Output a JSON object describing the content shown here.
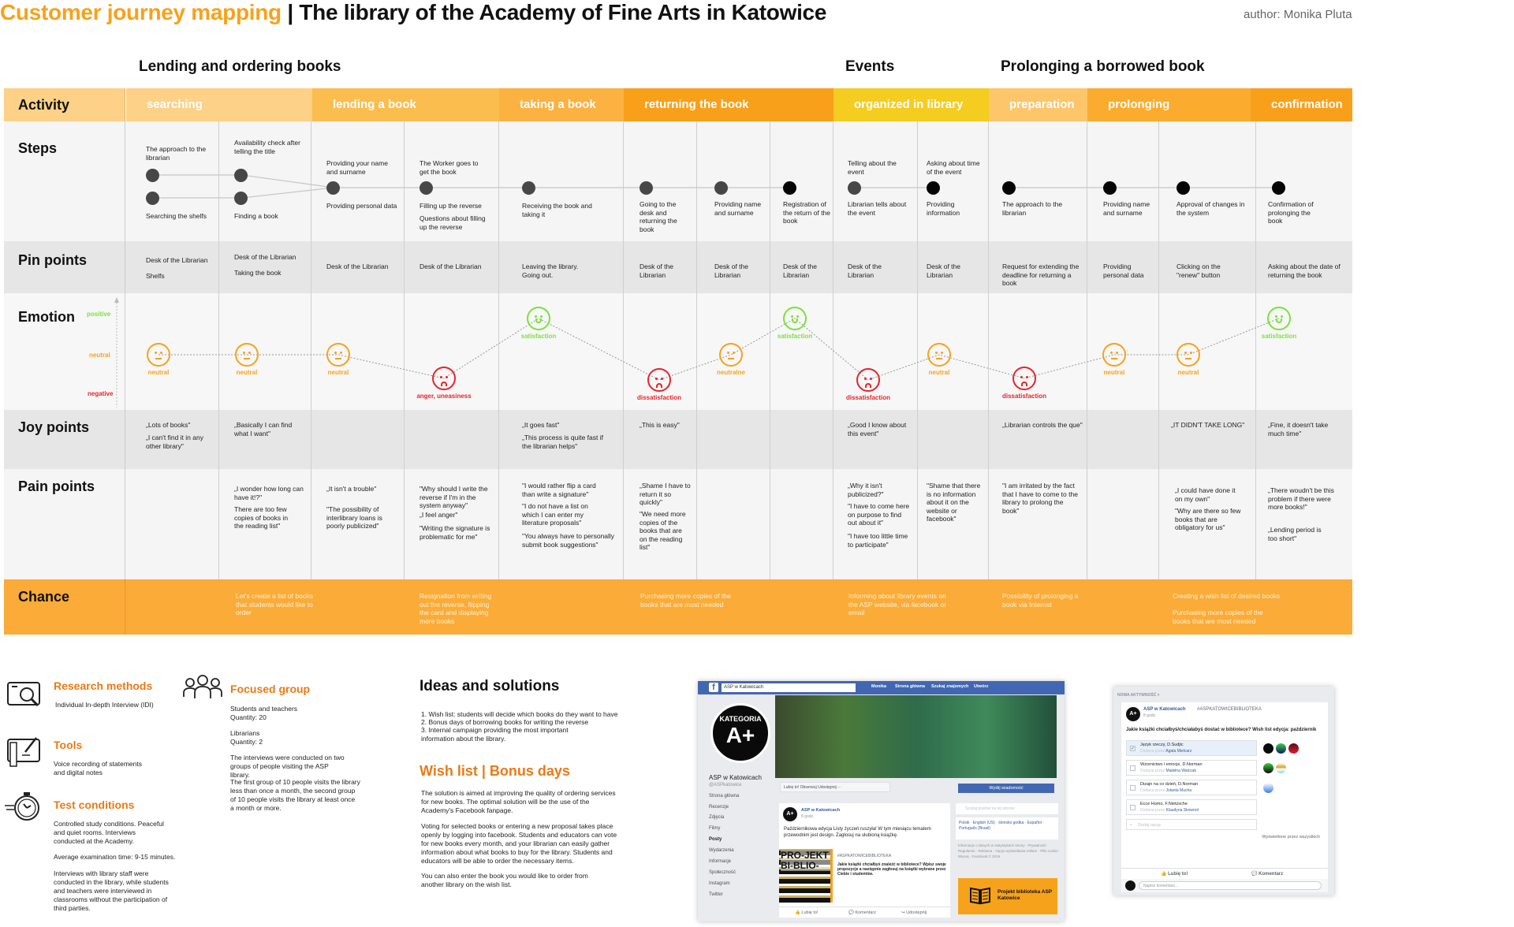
{
  "header": {
    "title_accent": "Customer journey mapping",
    "title_sep": " | ",
    "title_main": "The library of the Academy of Fine Arts in Katowice",
    "author": "author: Monika Pluta"
  },
  "sections": [
    {
      "label": "Lending and ordering books"
    },
    {
      "label": "Events"
    },
    {
      "label": "Prolonging a borrowed book"
    }
  ],
  "row_labels": {
    "activity": "Activity",
    "steps": "Steps",
    "pin_points": "Pin points",
    "emotion": "Emotion",
    "joy_points": "Joy points",
    "pain_points": "Pain points",
    "chance": "Chance"
  },
  "emotion_axis": {
    "positive": "positive",
    "neutral": "neutral",
    "negative": "negative"
  },
  "colors": {
    "activity_light": "#fdd187",
    "activity_mid": "#fcbd4f",
    "activity_strong": "#fbac39",
    "activity_deep": "#f9a01b",
    "events": "#f5cc20",
    "chance_bg": "#fbab38",
    "title_accent": "#f7a21b",
    "positive": "#7be23a",
    "neutral": "#f7a21b",
    "negative": "#e8232a"
  },
  "activities": [
    {
      "label": "searching",
      "color": "#fdd187"
    },
    {
      "label": "lending a book",
      "color": "#fcbd4f"
    },
    {
      "label": "taking a book",
      "color": "#fbb241"
    },
    {
      "label": "returning the book",
      "color": "#f9a01b"
    },
    {
      "label": "organized in library",
      "color": "#f5cc20"
    },
    {
      "label": "preparation",
      "color": "#fdc66a"
    },
    {
      "label": "prolonging",
      "color": "#fbac2e"
    },
    {
      "label": "confirmation",
      "color": "#f9a01b"
    }
  ],
  "steps": [
    {
      "above": "The approach to the librarian",
      "below": "Searching the shelfs"
    },
    {
      "above": "Availability check after telling the title",
      "below": "Finding a book"
    },
    {
      "above": "Providing your name and surname",
      "below": "Providing personal data"
    },
    {
      "above": "The Worker goes to get the book",
      "below": "Filling up the reverse",
      "below2": "Questions about filling up the reverse"
    },
    {
      "above": "",
      "below": "Receiving the book and taking it"
    },
    {
      "above": "",
      "below": "Going to the desk and returning the book"
    },
    {
      "above": "",
      "below": "Providing name and surname"
    },
    {
      "above": "",
      "below": "Registration of the return of the book"
    },
    {
      "above": "Telling about the event",
      "below": "Librarian tells about the event"
    },
    {
      "above": "Asking about time of the event",
      "below": "Providing information"
    },
    {
      "above": "",
      "below": "The approach to the librarian"
    },
    {
      "above": "",
      "below": "Providing name and surname"
    },
    {
      "above": "",
      "below": "Approval of changes in the system"
    },
    {
      "above": "",
      "below": "Confirmation of prolonging the book"
    }
  ],
  "pin_points": [
    {
      "line1": "Desk of the Librarian",
      "line2": "Shelfs"
    },
    {
      "line1": "Desk of the Librarian",
      "line2": "Taking the book"
    },
    {
      "line1": "Desk of the Librarian",
      "line2": ""
    },
    {
      "line1": "Desk of the Librarian",
      "line2": ""
    },
    {
      "line1": "Leaving the library. Going out.",
      "line2": ""
    },
    {
      "line1": "Desk of the Librarian",
      "line2": ""
    },
    {
      "line1": "Desk of the Librarian",
      "line2": ""
    },
    {
      "line1": "Desk of the Librarian",
      "line2": ""
    },
    {
      "line1": "Desk of the Librarian",
      "line2": ""
    },
    {
      "line1": "Desk of the Librarian",
      "line2": ""
    },
    {
      "line1": "Request for extending the deadline for returning a book",
      "line2": ""
    },
    {
      "line1": "Providing personal data",
      "line2": ""
    },
    {
      "line1": "Clicking on the \"renew\" button",
      "line2": ""
    },
    {
      "line1": "Asking about the date of returning the book",
      "line2": ""
    }
  ],
  "emotions": [
    {
      "type": "neutral",
      "label": "neutral"
    },
    {
      "type": "neutral",
      "label": "neutral"
    },
    {
      "type": "neutral",
      "label": "neutral"
    },
    {
      "type": "negative",
      "label": "anger, uneasiness"
    },
    {
      "type": "positive",
      "label": "satisfaction"
    },
    {
      "type": "negative",
      "label": "dissatisfaction"
    },
    {
      "type": "neutral",
      "label": "neutralne"
    },
    {
      "type": "positive",
      "label": "satisfaction"
    },
    {
      "type": "negative",
      "label": "dissatisfaction"
    },
    {
      "type": "neutral",
      "label": "neutral"
    },
    {
      "type": "negative",
      "label": "dissatisfaction"
    },
    {
      "type": "neutral",
      "label": "neutral"
    },
    {
      "type": "neutral",
      "label": "neutral"
    },
    {
      "type": "positive",
      "label": "satisfaction"
    }
  ],
  "joy_points": [
    {
      "a": "„Lots of books\"",
      "b": "„I can't find it in any other library\""
    },
    {
      "a": "„Basically I can find what I want\"",
      "b": ""
    },
    {
      "a": "",
      "b": ""
    },
    {
      "a": "",
      "b": ""
    },
    {
      "a": "„It goes fast\"",
      "b": "„This process is quite fast if the librarian helps\""
    },
    {
      "a": "„This is easy\"",
      "b": ""
    },
    {
      "a": "",
      "b": ""
    },
    {
      "a": "",
      "b": ""
    },
    {
      "a": "„Good I know about this event\"",
      "b": ""
    },
    {
      "a": "",
      "b": ""
    },
    {
      "a": "„Librarian controls the que\"",
      "b": ""
    },
    {
      "a": "",
      "b": ""
    },
    {
      "a": "„IT DIDN'T TAKE LONG\"",
      "b": ""
    },
    {
      "a": "„Fine, it doesn't take much time\"",
      "b": ""
    }
  ],
  "pain_points": [
    {
      "a": "",
      "b": "",
      "c": ""
    },
    {
      "a": "„I wonder how long can have it!?\"",
      "b": "There are too few copies of books in the reading list\"",
      "c": ""
    },
    {
      "a": "„It isn't a trouble\"",
      "b": "\"The possibility of interlibrary loans is poorly publicized\"",
      "c": ""
    },
    {
      "a": "\"Why should I write the reverse if I'm in the system anyway\"",
      "b": "„I feel anger\"",
      "c": "\"Writing the signature is problematic for me\""
    },
    {
      "a": "\"I would rather flip a card than write a signature\"",
      "b": "\"I do not have a list on which I can enter my literature proposals\"",
      "c": "\"You always have to personally submit book suggestions\""
    },
    {
      "a": "„Shame I have to return it so quickly\"",
      "b": "\"We need more copies of the books that are on the reading list\"",
      "c": ""
    },
    {
      "a": "",
      "b": "",
      "c": ""
    },
    {
      "a": "",
      "b": "",
      "c": ""
    },
    {
      "a": "„Why it isn't publicized?\"",
      "b": "\"I have to come here on purpose to find out about it\"",
      "c": "\"I have too little time to participate\""
    },
    {
      "a": "\"Shame that there is no information about it on the website or facebook\"",
      "b": "",
      "c": ""
    },
    {
      "a": "\"I am irritated by the fact that I have to come to the library to prolong the book\"",
      "b": "",
      "c": ""
    },
    {
      "a": "",
      "b": "",
      "c": ""
    },
    {
      "a": "„I could have done it on my own\"",
      "b": "\"Why are there so few books that are obligatory for us\"",
      "c": ""
    },
    {
      "a": "„There woudn't be this problem if there were more books!\"",
      "b": "„Lending period is too short\"",
      "c": ""
    }
  ],
  "chances": [
    {
      "text": "Let's create a list of books that students would like to order"
    },
    {
      "text": "Resignation from writing out the reverse, flipping the card and displaying more books"
    },
    {
      "text": "Purchasing more copies of the books that are most needed"
    },
    {
      "text": "Informing about library events on the ASP website, via facebook or email"
    },
    {
      "text": "Possibility of prolonging a book via Internet"
    },
    {
      "text": "Creating a wish list of desired books"
    },
    {
      "text": "Purchasing more copies of the books that are most needed"
    }
  ],
  "research": {
    "methods_title": "Research methods",
    "methods_text": "Individual In-depth Interview (IDI)",
    "tools_title": "Tools",
    "tools_text": "Voice recording of statements and digital notes",
    "conditions_title": "Test conditions",
    "conditions_p1": "Controlled study conditions. Peaceful and quiet rooms. Interviews conducted at the Academy.",
    "conditions_p2": "Average examination time: 9-15 minutes.",
    "conditions_p3": "Interviews with library staff were conducted in the library, while students and teachers were interviewed in classrooms without the participation of third parties.",
    "group_title": "Focused group",
    "group_p1a": "Students and teachers",
    "group_p1b": "Quantity: 20",
    "group_p2a": "Librarians",
    "group_p2b": "Quantity: 2",
    "group_p3": "The interviews were conducted on two groups of people visiting the ASP library.",
    "group_p4": "The first group of 10 people visits the library less than once a month, the second group of 10 people visits the library at least once a month or more."
  },
  "ideas": {
    "title": "Ideas and solutions",
    "items": [
      "1. Wish list: students will decide which books do they want to have",
      "2. Bonus days of borrowing books for writing the reverse",
      "3. Internal campaign providing the most important information about the library."
    ],
    "wish_title": "Wish list | Bonus days",
    "wish_p1": "The solution is aimed at improving the quality of ordering services for new books. The optimal solution will be the use of the Academy's Facebook fanpage.",
    "wish_p2": "Voting for selected books or entering a new proposal takes place openly by logging into facebook. Students and educators can vote for new books every month, and your librarian can easily gather information about what books to buy for the library. Students and educators will be able to order the necessary items.",
    "wish_p3": "You can also enter the book you would like to order from another library on the wish list."
  },
  "fb_page": {
    "search_value": "ASP w Katowicach",
    "nav": [
      "Monika",
      "Strona główna",
      "Szukaj znajomych",
      "Utwórz"
    ],
    "profile_top": "KATEGORIA",
    "profile_main": "A+",
    "page_name": "ASP w Katowicach",
    "handle": "@ASPkatowice",
    "menu": [
      "Strona główna",
      "Recenzje",
      "Zdjęcia",
      "Filmy",
      "Posty",
      "Wydarzenia",
      "Informacje",
      "Społeczność",
      "Instagram",
      "Twitter"
    ],
    "actions": "Lubię to!   Obserwuj   Udostępnij   ···",
    "send_message": "Wyślij wiadomość",
    "post_author": "ASP w Katowicach",
    "post_time": "8 godz.",
    "post_text": "Październikowa edycja Listy życzeń ruszyła! W tym miesiącu tematem przewodnim jest design. Zagłosuj na ulubioną książkę.",
    "post_image_text": "PRO-JEKT BI-BLIO-",
    "post_tag": "#ASPKATOWICEBIBLIOTEKA",
    "post_question": "Jakie książki chciałbyś znaleźć w bibliotece? Wpisz swoje propozycje a następnie zagłosuj na książki wybrane przez Ciebie i studentów.",
    "post_like": "Lubię to!",
    "post_comment": "Komentarz",
    "post_share": "Udostępnij",
    "right_search": "Szukaj postów na tej stronie",
    "langs": "Polski · English (US) · ślonsko godka · Español · Português (Brasil)",
    "footer": "Informacje o danych w statystykach strony · Prywatność · Regulamin · Reklama · Opcje wyświetlania reklam · Pliki cookie · Więcej · Facebook © 2019",
    "banner": "Projekt biblioteka ASP Katowice"
  },
  "fb_poll": {
    "header": "NOWA AKTYWNOŚĆ ▾",
    "author": "ASP w Katowicach",
    "tag": "#ASPKATOWICEBIBLIOTEKA",
    "time": "8 godz.",
    "question": "Jakie książki chciałbyś/chciałabyś dostać w bibliotece? Wish list edycja: październik",
    "options": [
      {
        "title": "Język rzeczy, D.Sudjic",
        "by_label": "Dodana przez",
        "by": "Agata Mielcarz",
        "checked": true
      },
      {
        "title": "Wzornictwo i emocje, D.Norman",
        "by_label": "Dodana przez",
        "by": "Malwina Walczak",
        "checked": false
      },
      {
        "title": "Dizajn na co dzień, D.Norman",
        "by_label": "Dodana przez",
        "by": "Jolanta Mucha",
        "checked": false
      },
      {
        "title": "Ecce Homo, F.Nietzsche",
        "by_label": "Dodana przez",
        "by": "Klaudyna Skowroń",
        "checked": false
      }
    ],
    "add_option": "Dodaj opcję",
    "seen_by": "Wyświetlone przez wszystkich",
    "like": "Lubię to!",
    "comment": "Komentarz",
    "comment_placeholder": "Napisz komentarz..."
  }
}
